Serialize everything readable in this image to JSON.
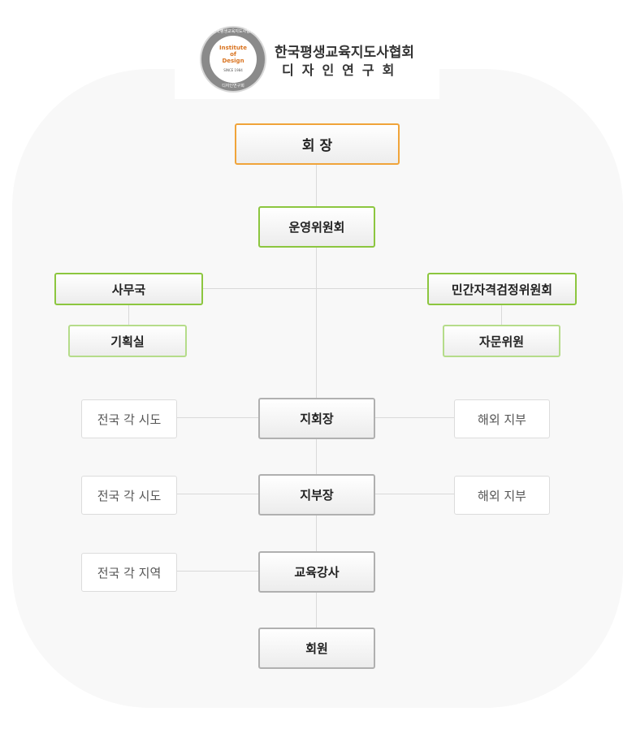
{
  "header": {
    "org_name": "한국평생교육지도사협회",
    "org_sub": "디자인연구회",
    "seal": {
      "ring_top": "한국평생교육지도사협회",
      "line1": "Institute",
      "line2": "of",
      "line3": "Design",
      "since": "SINCE 1984",
      "ring_bottom": "디자인연구회"
    }
  },
  "chart": {
    "president": "회 장",
    "operating_committee": "운영위원회",
    "secretariat": "사무국",
    "planning_office": "기획실",
    "cert_committee": "민간자격검정위원회",
    "advisory_committee": "자문위원",
    "branch_head": "지회장",
    "branch_head_left": "전국 각 시도",
    "branch_head_right": "해외 지부",
    "sub_branch_head": "지부장",
    "sub_branch_left": "전국 각 시도",
    "sub_branch_right": "해외 지부",
    "instructor": "교육강사",
    "instructor_left": "전국 각 지역",
    "member": "회원"
  },
  "colors": {
    "orange": "#f0a43a",
    "green": "#8cc63f",
    "light_green": "#b5dc8a",
    "gray": "#b0b0b0"
  }
}
